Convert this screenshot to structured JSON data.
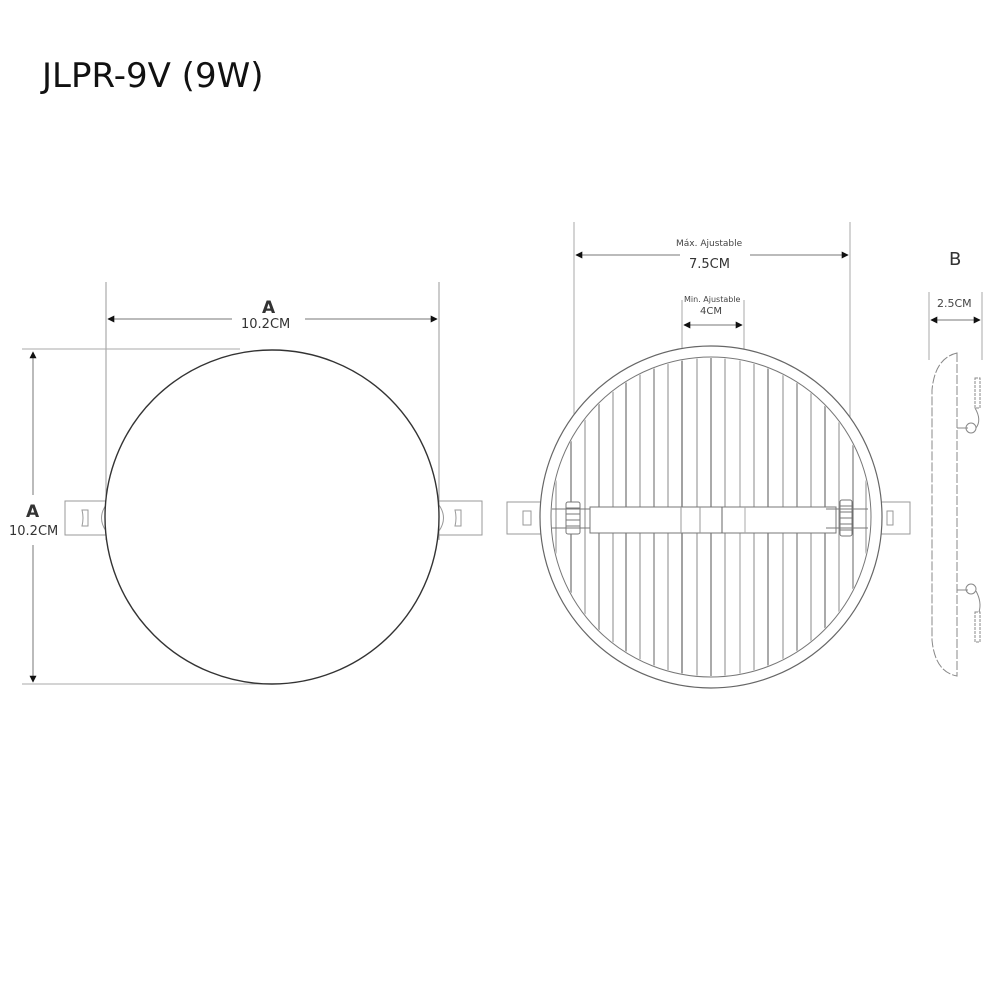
{
  "title": "JLPR-9V (9W)",
  "front_view": {
    "width_label": "A",
    "width_value": "10.2CM",
    "height_label": "A",
    "height_value": "10.2CM"
  },
  "back_view": {
    "max_adjustable_label": "Máx. Ajustable",
    "max_adjustable_value": "7.5CM",
    "min_adjustable_label": "Min. Ajustable",
    "min_adjustable_value": "4CM"
  },
  "side_view": {
    "label": "B",
    "depth_value": "2.5CM"
  },
  "colors": {
    "outline": "#444444",
    "guide": "#aaaaaa",
    "arrow": "#111111"
  }
}
